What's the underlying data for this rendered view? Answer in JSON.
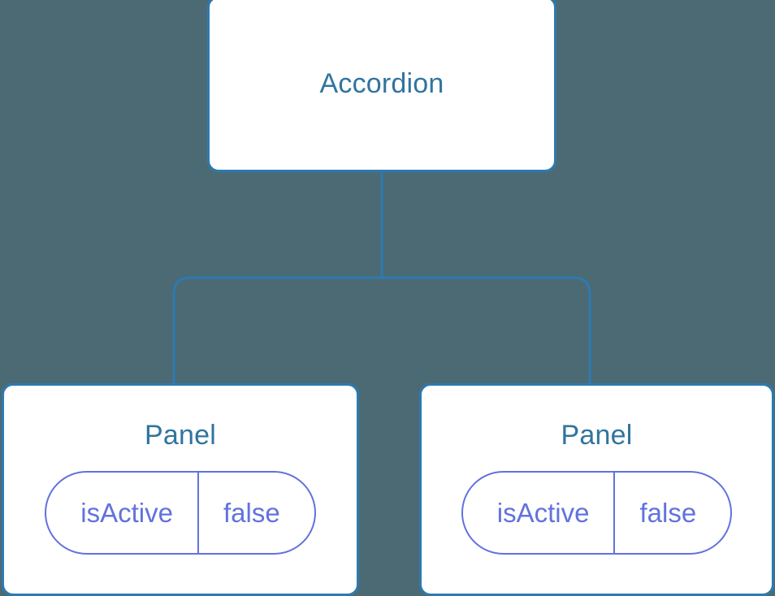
{
  "diagram": {
    "type": "component-tree",
    "background_color": "#4c6a73",
    "node_border_color": "#2d7ab0",
    "node_title_color": "#31749e",
    "prop_color": "#6272dd",
    "connector_color": "#2d7ab0",
    "root": {
      "title": "Accordion"
    },
    "children": [
      {
        "title": "Panel",
        "props": [
          {
            "key": "isActive",
            "value": "false"
          }
        ]
      },
      {
        "title": "Panel",
        "props": [
          {
            "key": "isActive",
            "value": "false"
          }
        ]
      }
    ]
  }
}
